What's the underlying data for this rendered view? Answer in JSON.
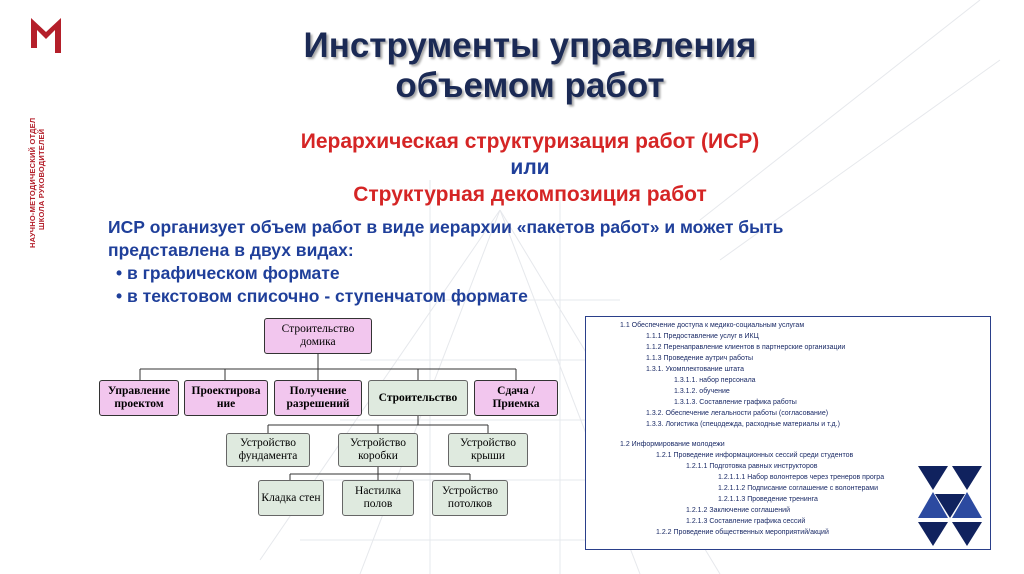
{
  "logo": {
    "vertical_text_line1": "НАУЧНО-МЕТОДИЧЕСКИЙ ОТДЕЛ",
    "vertical_text_line2": "ШКОЛА РУКОВОДИТЕЛЕЙ"
  },
  "title": {
    "line1": "Инструменты управления",
    "line2": "объемом работ"
  },
  "subtitle": {
    "line1": "Иерархическая структуризация работ (ИСР)",
    "or": "или",
    "line2": "Структурная декомпозиция работ"
  },
  "description": {
    "line1": "ИСР организует объем работ в виде иерархии «пакетов работ» и может быть",
    "line2": "представлена в двух видах:",
    "bullets": [
      "в графическом формате",
      "в текстовом списочно - ступенчатом формате"
    ]
  },
  "diagram": {
    "root": "Строительство домика",
    "level1": [
      "Управление проектом",
      "Проектирова ние",
      "Получение разрешений",
      "Строительство",
      "Сдача / Приемка"
    ],
    "level2": [
      "Устройство фундамента",
      "Устройство коробки",
      "Устройство крыши"
    ],
    "level3": [
      "Кладка стен",
      "Настилка полов",
      "Устройство потолков"
    ]
  },
  "wbs_list": [
    "1.1 Обеспечение доступа  к медико-социальным услугам",
    "1.1.1 Предоставление услуг в ИКЦ",
    "1.1.2 Перенаправление клиентов в партнерские организации",
    "1.1.3 Проведение аутрич работы",
    "1.3.1. Укомплектование штата",
    "1.3.1.1.       набор персонала",
    "1.3.1.2.       обучение",
    "1.3.1.3. Составление графика работы",
    "1.3.2. Обеспечение легальности работы (согласование)",
    "1.3.3. Логистика (спецодежда, расходные материалы и т.д.)",
    "1.2 Информирование молодежи",
    "1.2.1 Проведение информационных сессий среди студентов",
    "1.2.1.1 Подготовка равных инструкторов",
    "1.2.1.1.1 Набор волонтеров через тренеров програ",
    "1.2.1.1.2 Подписание соглашение с волонтерами",
    "1.2.1.1.3 Проведение тренинга",
    "1.2.1.2 Заключение соглашений",
    "1.2.1.3 Составление графика сессий",
    "1.2.2 Проведение общественных мероприятий/акций"
  ],
  "colors": {
    "title": "#1b2a55",
    "accent_red": "#d52525",
    "text_blue": "#1f3f9a",
    "box_pink": "#f2c6ee",
    "box_green": "#dfeadf",
    "logo_red": "#b41f2a"
  }
}
